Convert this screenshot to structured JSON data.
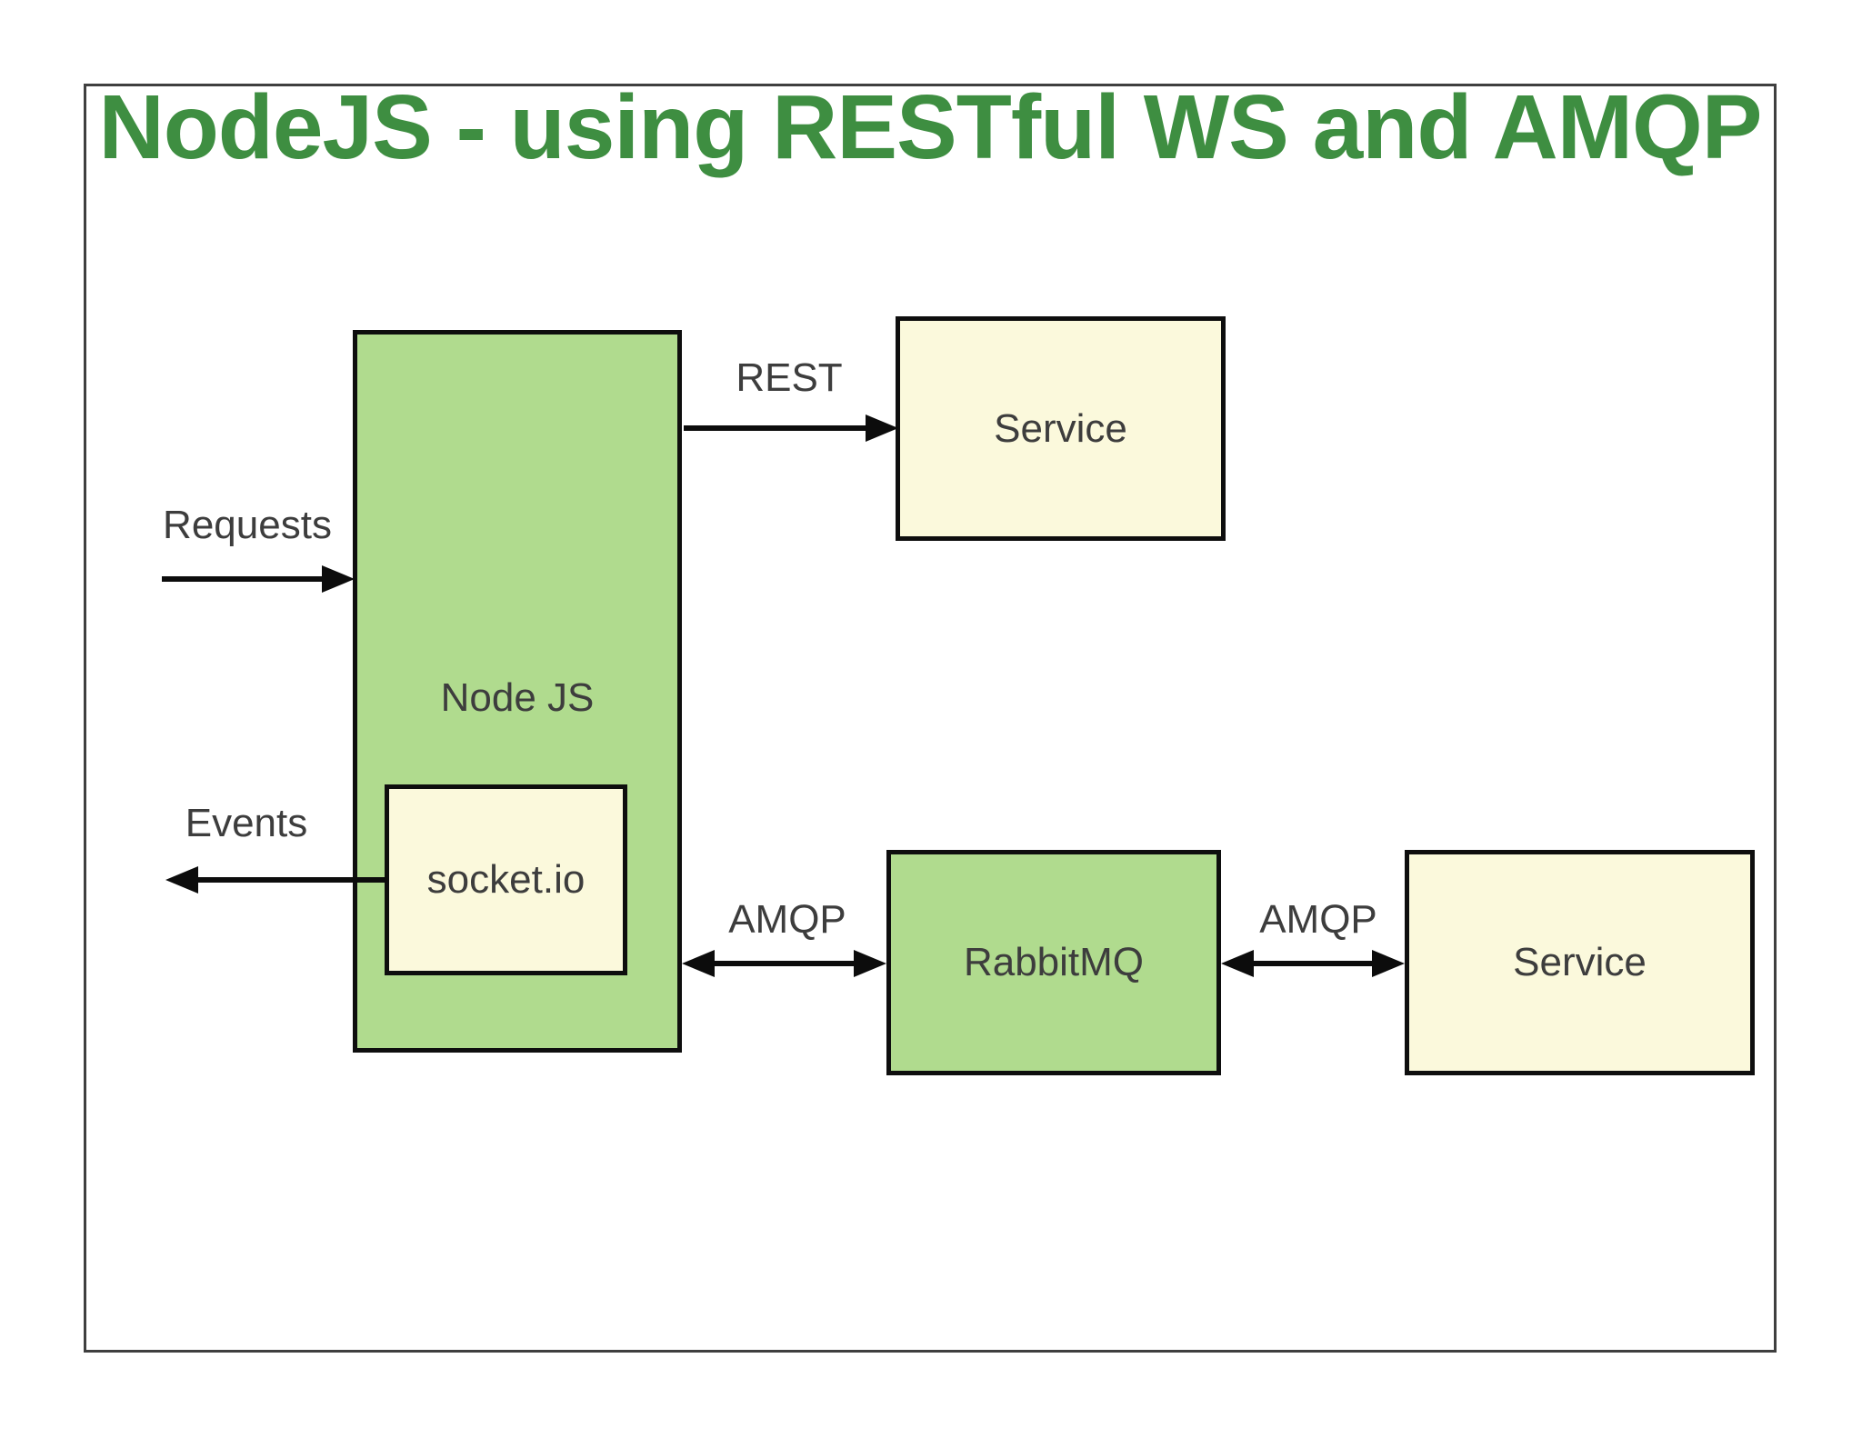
{
  "title": "NodeJS - using RESTful WS and AMQP",
  "colors": {
    "title_green": "#3e8e41",
    "node_green_fill": "#b0db8e",
    "node_yellow_fill": "#fbf9dc",
    "box_border": "#0e0e0e",
    "arrow_black": "#0c0c0c",
    "label_gray": "#3d3d3d",
    "frame_border": "#3f3f3f",
    "background": "#ffffff"
  },
  "nodes": {
    "nodejs": {
      "label": "Node JS",
      "fill": "green"
    },
    "socketio": {
      "label": "socket.io",
      "fill": "yellow",
      "parent": "nodejs"
    },
    "service_rest": {
      "label": "Service",
      "fill": "yellow"
    },
    "rabbitmq": {
      "label": "RabbitMQ",
      "fill": "green"
    },
    "service_amqp": {
      "label": "Service",
      "fill": "yellow"
    }
  },
  "edges": {
    "requests": {
      "label": "Requests",
      "from": "external-client",
      "to": "nodejs",
      "arrow": "single-right"
    },
    "events": {
      "label": "Events",
      "from": "socketio",
      "to": "external-client",
      "arrow": "single-left"
    },
    "rest": {
      "label": "REST",
      "from": "nodejs",
      "to": "service_rest",
      "arrow": "single-right"
    },
    "amqp_node_rabbit": {
      "label": "AMQP",
      "from": "nodejs",
      "to": "rabbitmq",
      "arrow": "double"
    },
    "amqp_rabbit_service": {
      "label": "AMQP",
      "from": "rabbitmq",
      "to": "service_amqp",
      "arrow": "double"
    }
  }
}
